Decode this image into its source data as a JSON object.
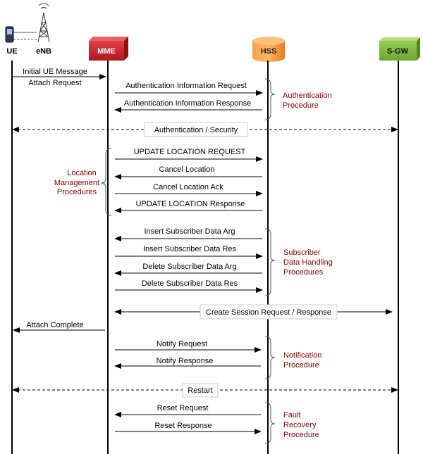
{
  "entities": {
    "ue": "UE",
    "enb": "eNB",
    "mme": "MME",
    "hss": "HSS",
    "sgw": "S-GW"
  },
  "colors": {
    "mme": "#c8202a",
    "hss": "#f6891f",
    "sgw": "#7cba3b",
    "procedure_text": "#8b0000"
  },
  "messages": {
    "initial_ue": "Initial UE Message",
    "attach_request": "Attach Request",
    "auth_info_req": "Authentication Information Request",
    "auth_info_resp": "Authentication Information Response",
    "auth_security": "Authentication / Security",
    "update_loc_req": "UPDATE LOCATION REQUEST",
    "cancel_loc": "Cancel Location",
    "cancel_loc_ack": "Cancel Location Ack",
    "update_loc_resp": "UPDATE LOCATION Response",
    "insert_sub_arg": "Insert Subscriber  Data Arg",
    "insert_sub_res": "Insert Subscriber  Data Res",
    "delete_sub_arg": "Delete Subscriber  Data Arg",
    "delete_sub_res": "Delete Subscriber  Data Res",
    "create_session": "Create Session Request / Response",
    "attach_complete": "Attach Complete",
    "notify_req": "Notify Request",
    "notify_resp": "Notify Response",
    "restart": "Restart",
    "reset_req": "Reset Request",
    "reset_resp": "Reset Response"
  },
  "procedures": {
    "authentication": [
      "Authentication",
      "Procedure"
    ],
    "location": [
      "Location",
      "Management",
      "Procedures"
    ],
    "subscriber": [
      "Subscriber",
      "Data Handling",
      "Procedures"
    ],
    "notification": [
      "Notification",
      "Procedure"
    ],
    "fault": [
      "Fault",
      "Recovery",
      "Procedure"
    ]
  }
}
